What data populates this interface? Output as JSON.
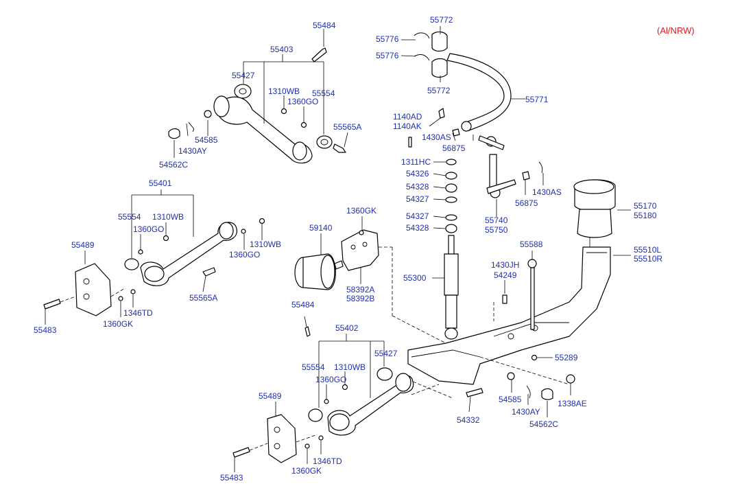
{
  "variant_note": "(Al/NRW)",
  "colors": {
    "label": "#1f2fb3",
    "note": "#e0161a",
    "line": "#000000"
  },
  "labels": [
    "55484",
    "55403",
    "55427",
    "1310WB",
    "55554",
    "1360GO",
    "54585",
    "1430AY",
    "54562C",
    "55565A",
    "55772",
    "55776",
    "55776",
    "55772",
    "55771",
    "1140AD",
    "1140AK",
    "1430AS",
    "56875",
    "55401",
    "55554",
    "1310WB",
    "1360GO",
    "1310WB",
    "1360GO",
    "55489",
    "55565A",
    "1346TD",
    "1360GK",
    "55483",
    "1360GK",
    "59140",
    "58392A",
    "58392B",
    "1311HC",
    "54326",
    "54328",
    "54327",
    "54327",
    "54328",
    "55300",
    "56875",
    "1430AS",
    "55740",
    "55750",
    "55170",
    "55180",
    "55588",
    "1430JH",
    "54249",
    "55510L",
    "55510R",
    "55484",
    "55402",
    "55427",
    "55554",
    "1310WB",
    "1360GO",
    "55489",
    "1346TD",
    "1360GK",
    "55483",
    "54332",
    "55289",
    "54585",
    "1430AY",
    "54562C",
    "1338AE"
  ]
}
